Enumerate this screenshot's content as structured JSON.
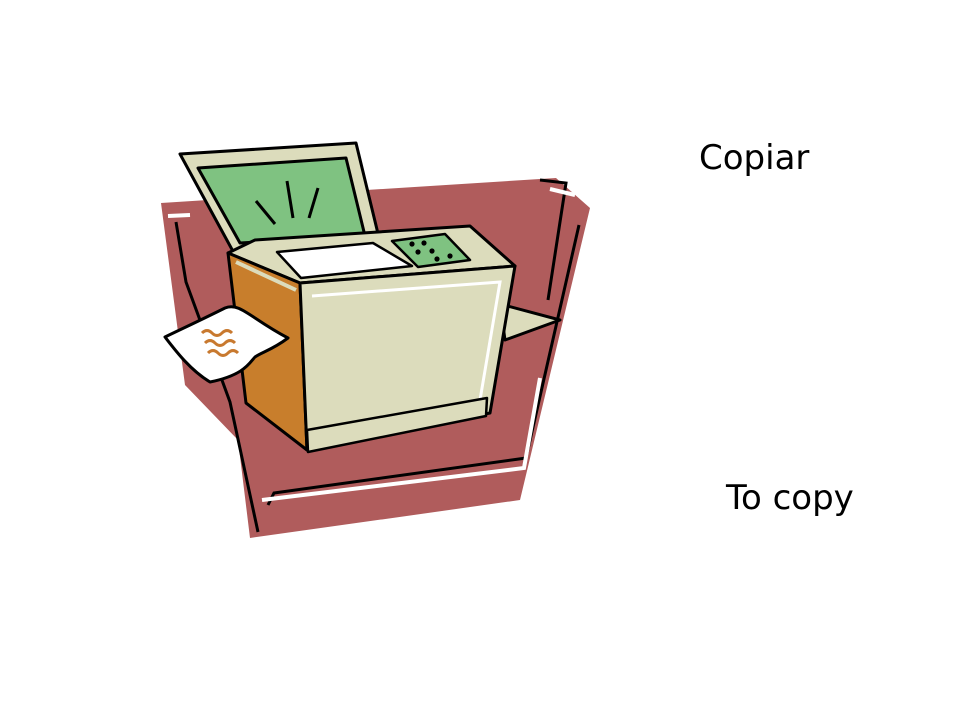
{
  "slide": {
    "word_spanish": "Copiar",
    "word_english": "To copy"
  },
  "illustration": {
    "subject": "photocopier-clipart",
    "colors": {
      "backdrop": "#b05c5c",
      "machine_body": "#dcdcbc",
      "scanner_glass": "#7fc281",
      "side_panel": "#c87e2c",
      "paper_lines": "#c8792f",
      "outline": "#000000"
    }
  }
}
